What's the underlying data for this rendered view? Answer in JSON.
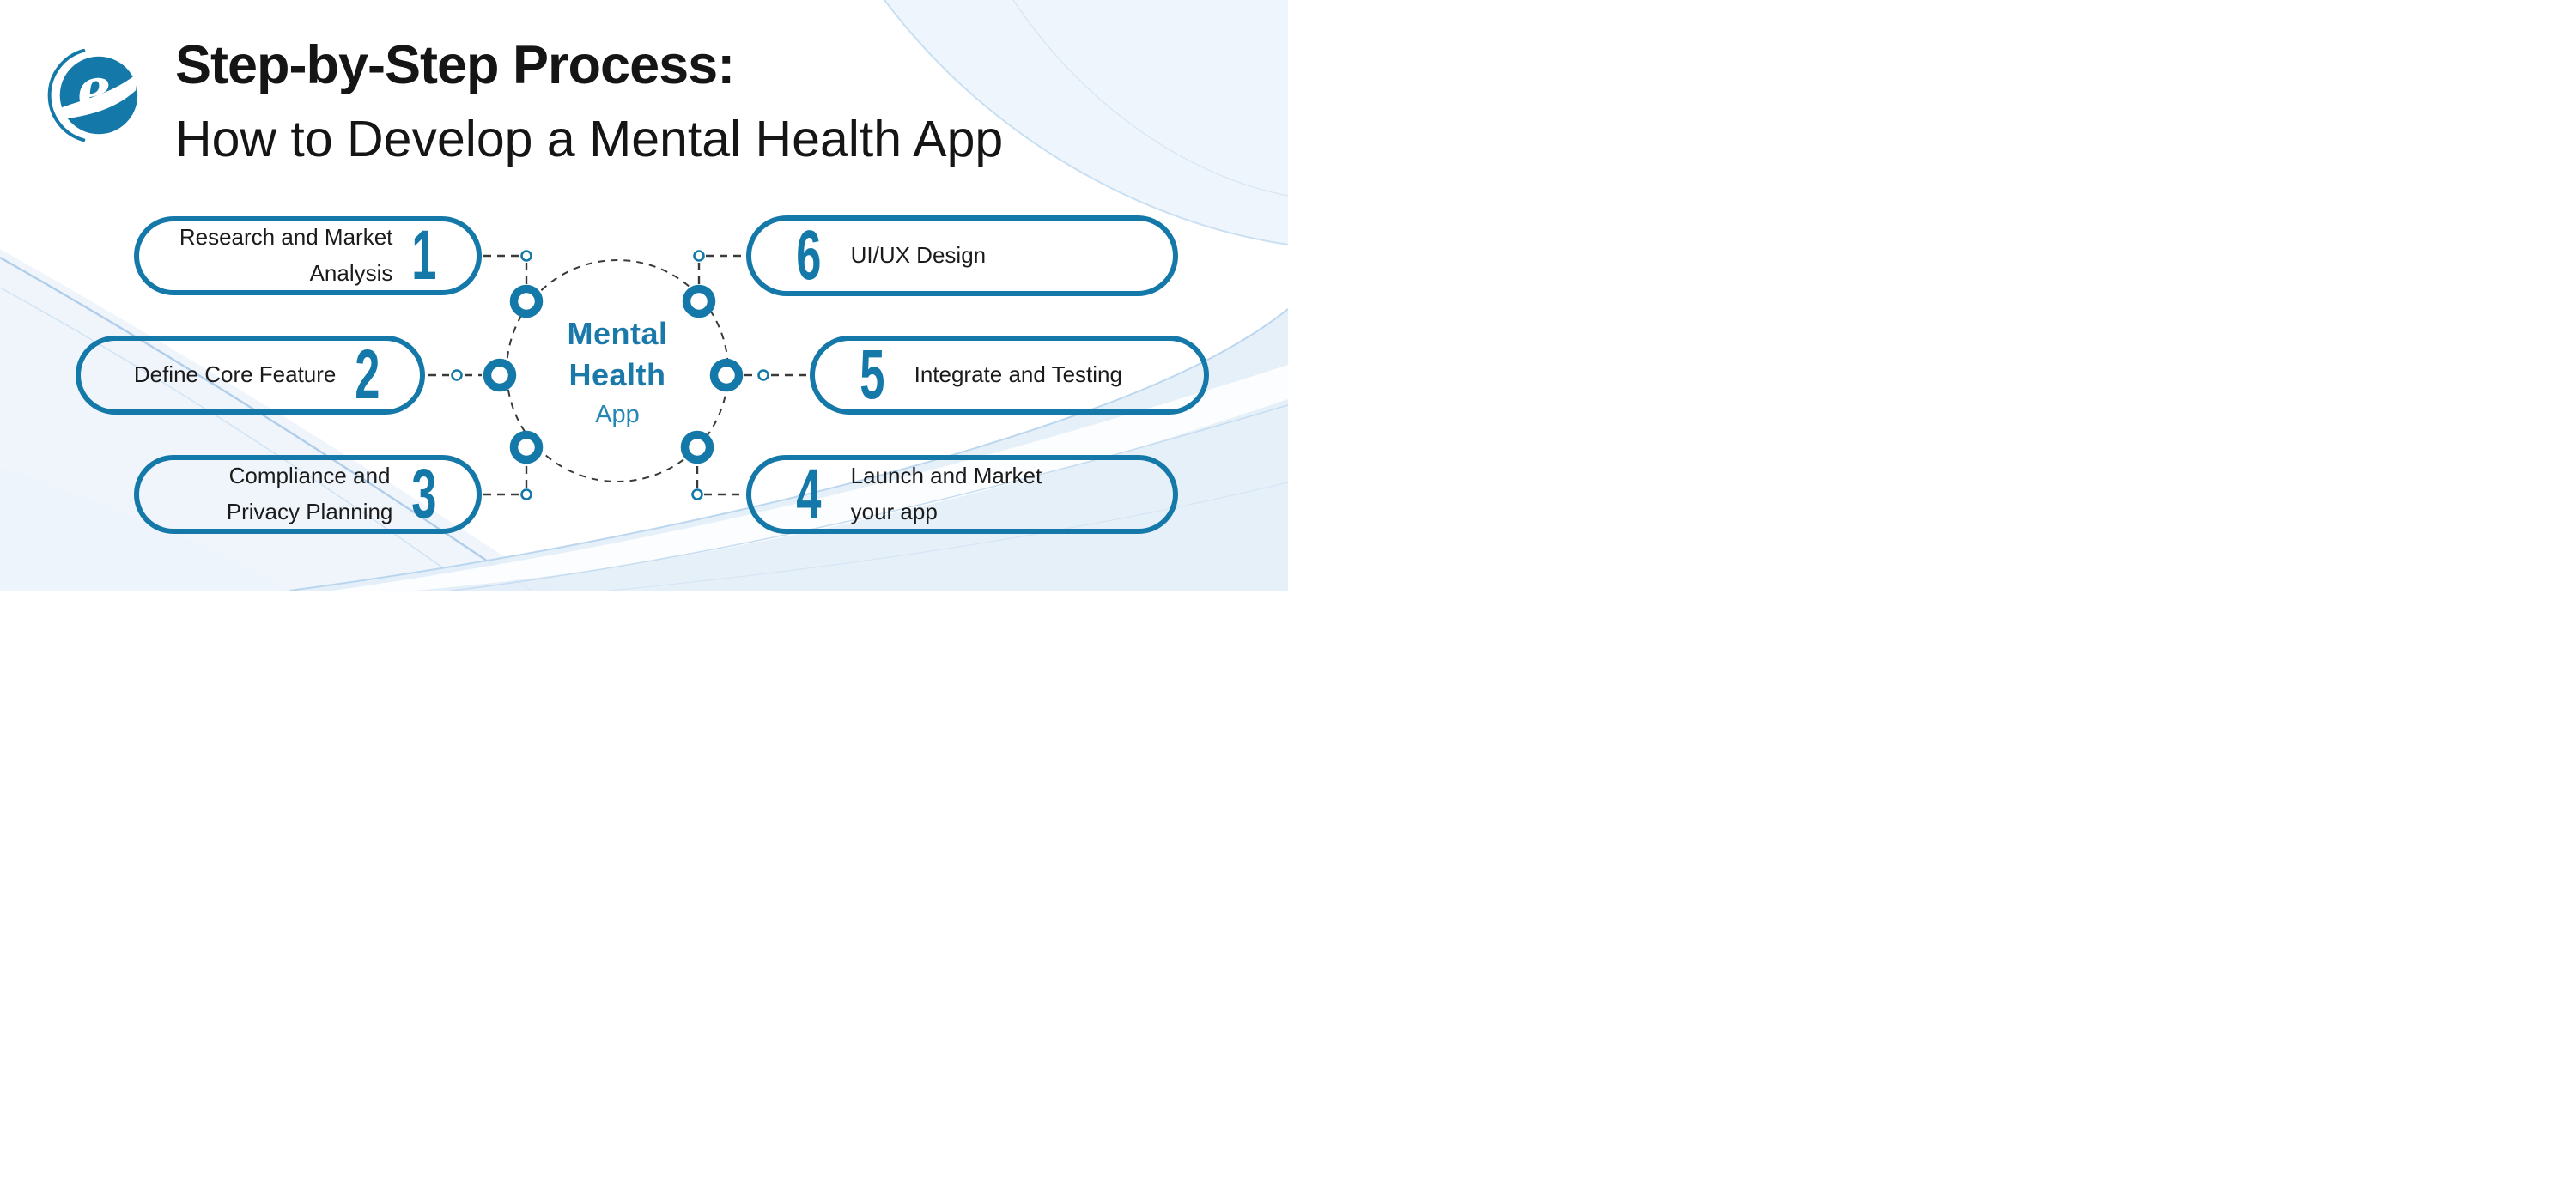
{
  "title": {
    "line1": "Step-by-Step Process:",
    "line2": "How to Develop a Mental Health App"
  },
  "logo": {
    "letter": "e"
  },
  "center_label": {
    "line1": "Mental",
    "line2": "Health",
    "line3": "App"
  },
  "steps": [
    {
      "number": "1",
      "lines": [
        "Research and Market",
        "Analysis"
      ]
    },
    {
      "number": "2",
      "lines": [
        "Define Core Feature",
        ""
      ]
    },
    {
      "number": "3",
      "lines": [
        "Compliance and",
        "Privacy Planning"
      ]
    },
    {
      "number": "4",
      "lines": [
        "Launch and Market",
        "your app"
      ]
    },
    {
      "number": "5",
      "lines": [
        "Integrate and Testing",
        ""
      ]
    },
    {
      "number": "6",
      "lines": [
        "UI/UX Design",
        ""
      ]
    }
  ],
  "colors": {
    "accent_teal": "#1478a8",
    "center_text_teal": "#1b79a9",
    "label_black": "#1b1b1b",
    "dash_gray": "#3a3a3a",
    "background_tint": "#e7f0f9"
  }
}
